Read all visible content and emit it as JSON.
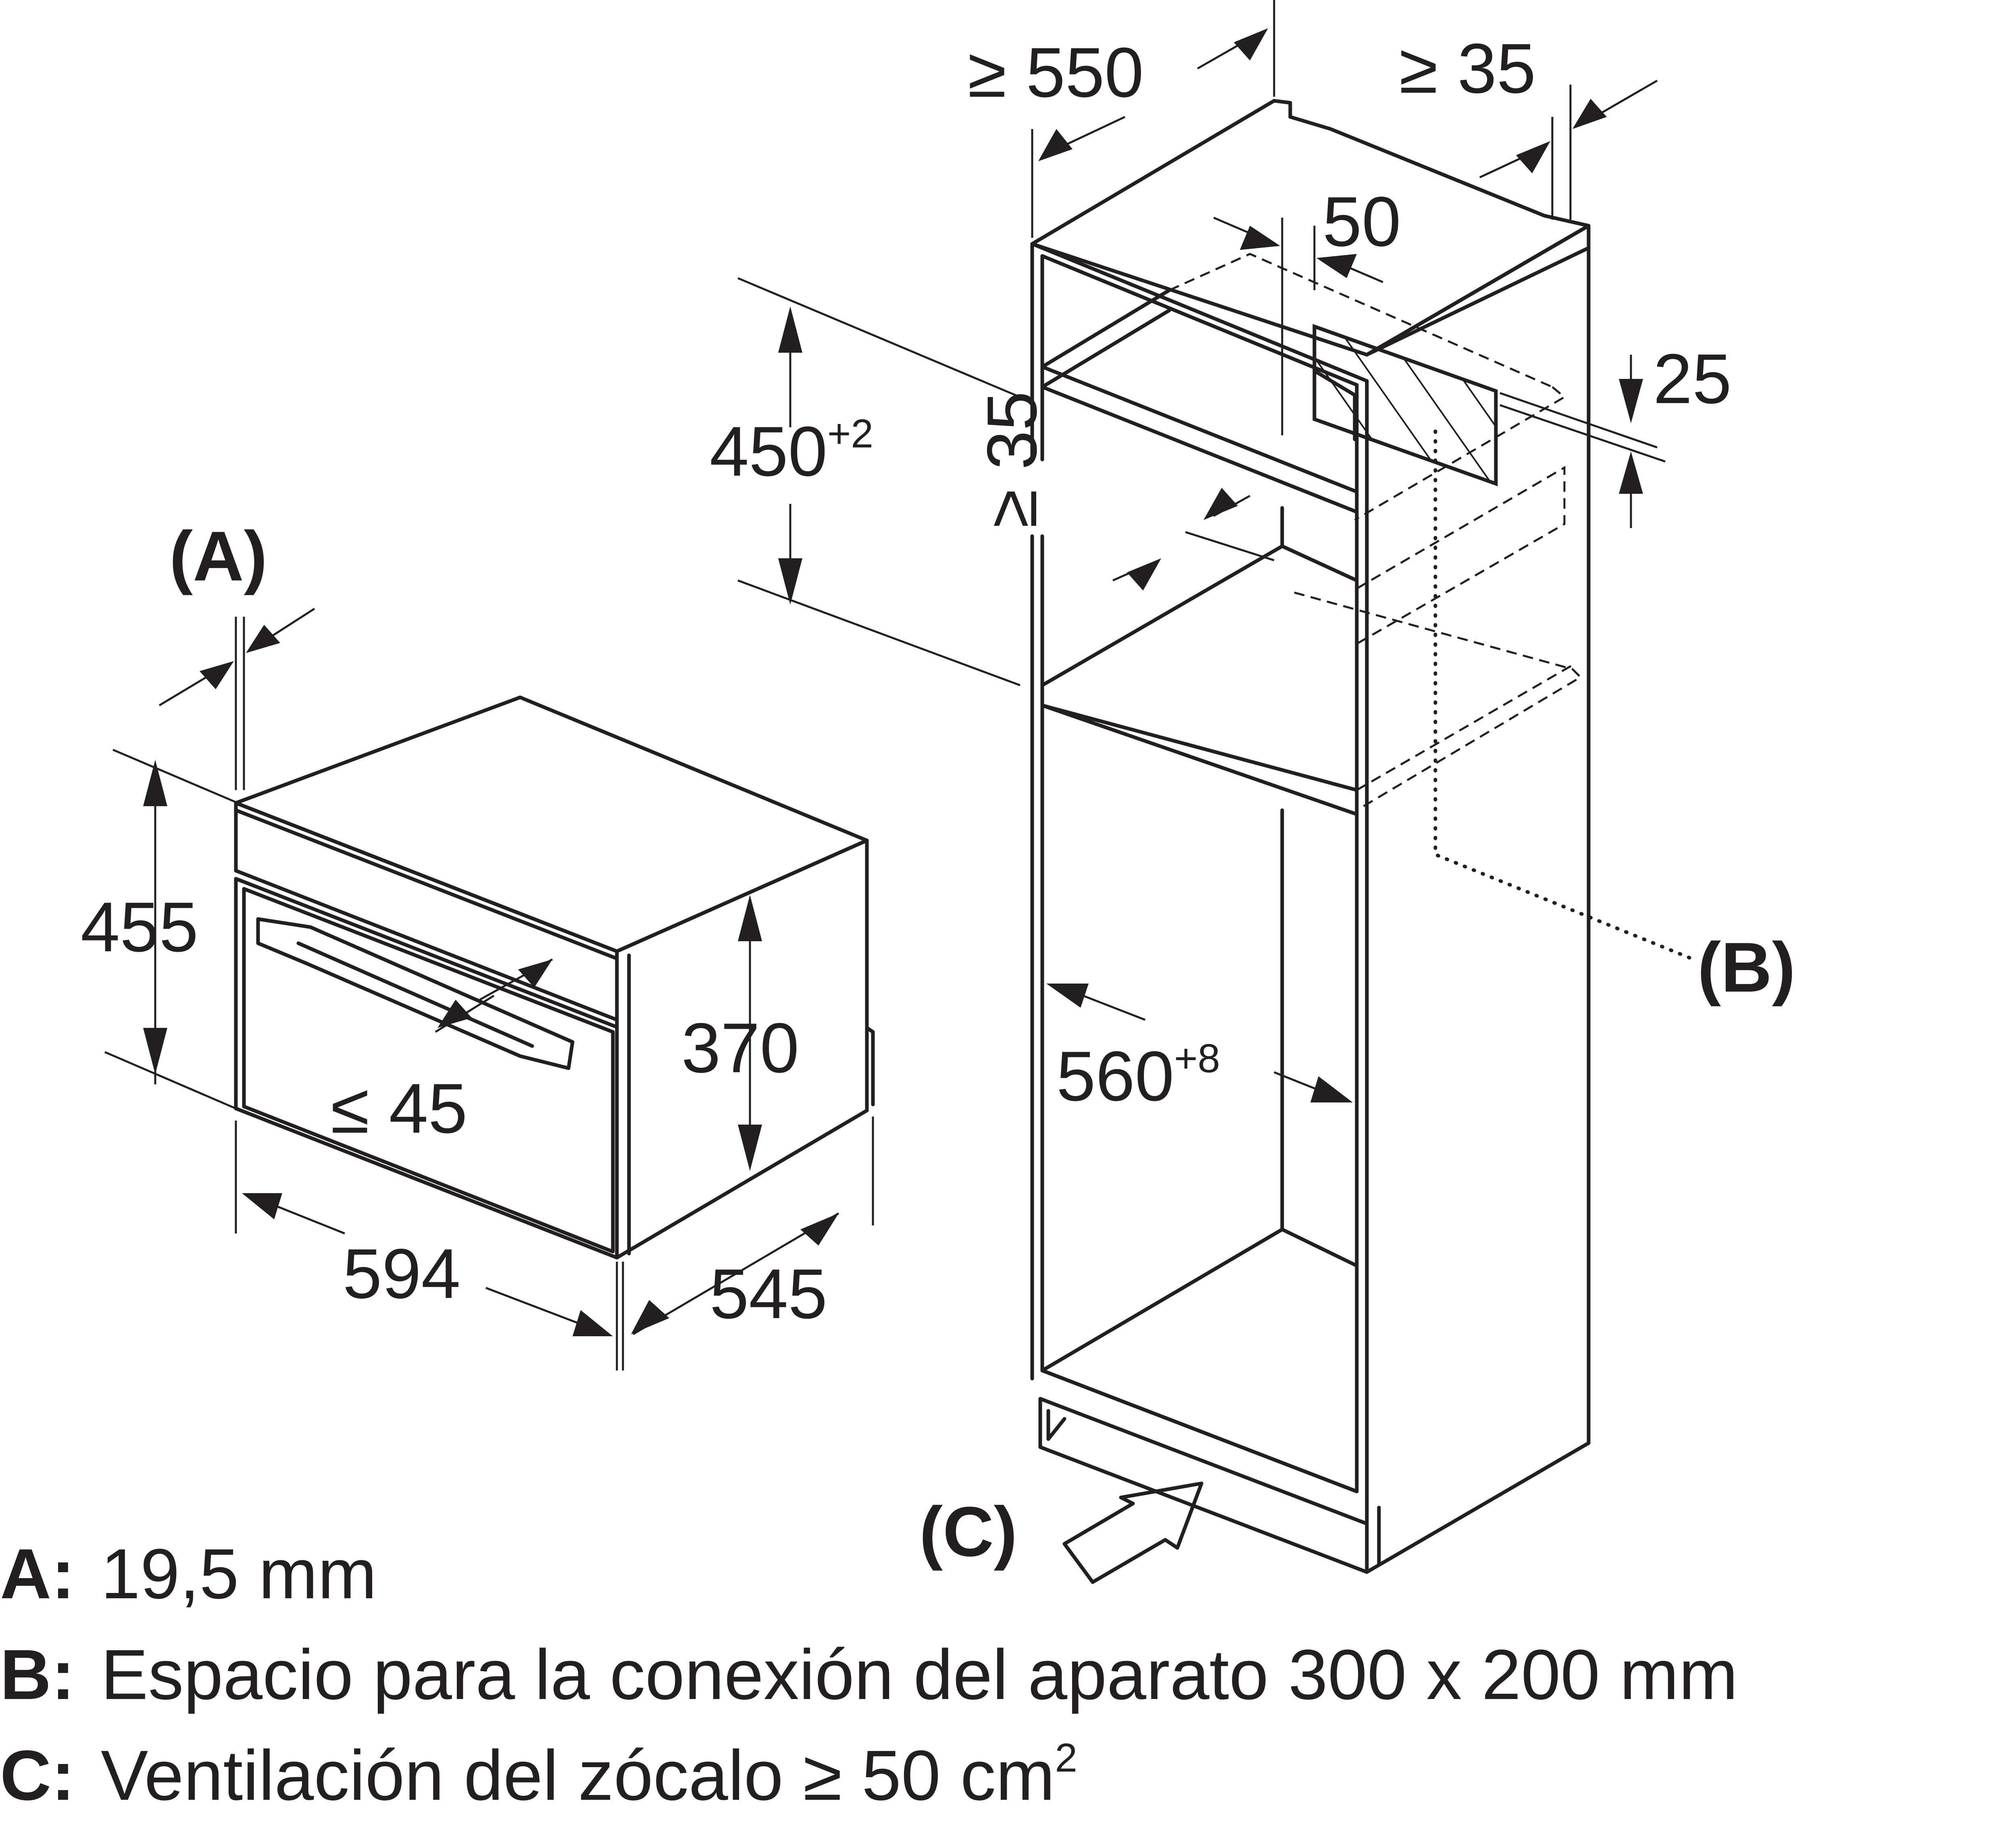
{
  "callouts": {
    "a": "(A)",
    "b": "(B)",
    "c": "(C)"
  },
  "oven": {
    "height_total": "455",
    "height_body": "370",
    "width": "594",
    "depth": "545",
    "handle_offset": "≤ 45"
  },
  "cabinet": {
    "depth_min": "≥ 550",
    "rear_gap": "≥ 35",
    "vent_depth": "50",
    "vent_height": "25",
    "niche_height": "450",
    "niche_height_tol": "+2",
    "inner_clearance": "≥ 35",
    "niche_width": "560",
    "niche_width_tol": "+8"
  },
  "legend": [
    {
      "key": "A:",
      "text": "19,5 mm"
    },
    {
      "key": "B:",
      "text": "Espacio para la conexión del aparato 300 x 200 mm"
    },
    {
      "key": "C:",
      "text": "Ventilación del zócalo ≥ 50 cm",
      "sup": "2"
    }
  ],
  "colors": {
    "ink": "#231f20",
    "background": "#ffffff"
  }
}
